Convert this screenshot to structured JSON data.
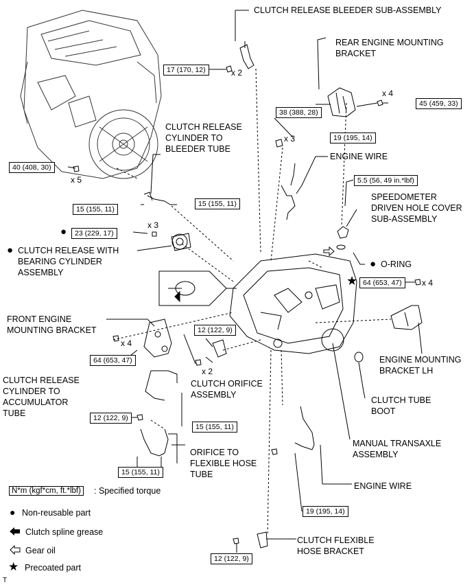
{
  "labels": {
    "bleeder": "CLUTCH RELEASE BLEEDER SUB-ASSEMBLY",
    "rear_bracket": "REAR ENGINE MOUNTING\nBRACKET",
    "release_cyl_tube": "CLUTCH RELEASE\nCYLINDER TO\nBLEEDER TUBE",
    "engine_wire_1": "ENGINE WIRE",
    "speedo": "SPEEDOMETER\nDRIVEN HOLE COVER\nSUB-ASSEMBLY",
    "bearing_cyl": "CLUTCH RELEASE WITH\nBEARING CYLINDER\nASSEMBLY",
    "oring": "O-RING",
    "front_bracket": "FRONT ENGINE\nMOUNTING BRACKET",
    "mount_lh": "ENGINE MOUNTING\nBRACKET LH",
    "orifice_asm": "CLUTCH ORIFICE\nASSEMBLY",
    "accum_tube": "CLUTCH RELEASE\nCYLINDER TO\nACCUMULATOR\nTUBE",
    "tube_boot": "CLUTCH TUBE\nBOOT",
    "transaxle": "MANUAL TRANSAXLE\nASSEMBLY",
    "orifice_hose": "ORIFICE TO\nFLEXIBLE HOSE\nTUBE",
    "engine_wire_2": "ENGINE WIRE",
    "flex_bracket": "CLUTCH FLEXIBLE\nHOSE BRACKET"
  },
  "torques": {
    "t1": "17 (170, 12)",
    "t2": "45 (459, 33)",
    "t3": "38 (388, 28)",
    "t4": "19 (195, 14)",
    "t5": "40 (408, 30)",
    "t6": "5.5 (56, 49 in.*lbf)",
    "t7": "15 (155, 11)",
    "t8": "15 (155, 11)",
    "t9": "23 (229, 17)",
    "t10": "64 (653, 47)",
    "t11": "12 (122, 9)",
    "t12": "64 (653, 47)",
    "t13": "12 (122, 9)",
    "t14": "15 (155, 11)",
    "t15": "15 (155, 11)",
    "t16": "19 (195, 14)",
    "t17": "12 (122, 9)"
  },
  "quantities": {
    "q1": "x 2",
    "q2": "x 4",
    "q3": "x 3",
    "q4": "x 5",
    "q5": "x 3",
    "q6": "x 4",
    "q7": "x 4",
    "q8": "x 2"
  },
  "legend": {
    "torque_box": "N*m (kgf*cm, ft.*lbf)",
    "torque_text": ": Specified torque",
    "non_reusable": "Non-reusable part",
    "spline_grease": "Clutch spline grease",
    "gear_oil": "Gear oil",
    "precoated": "Precoated part"
  },
  "footer": "T",
  "icons": [
    "non-reusable-dot-icon",
    "spline-grease-arrow-icon",
    "gear-oil-arrow-icon",
    "precoated-star-icon"
  ]
}
